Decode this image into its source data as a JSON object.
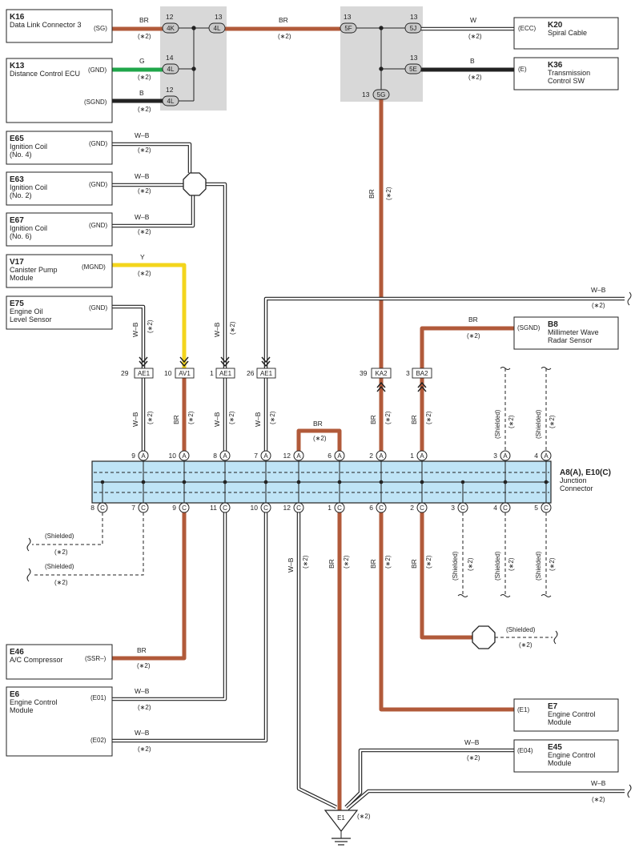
{
  "colors": {
    "BR": "#b15a3a",
    "G": "#1fa64a",
    "B": "#222222",
    "Y": "#f3d51c",
    "W": "#ffffff",
    "W-B": "#ffffff",
    "junction_fill": "#bfe4f6",
    "splice_fill": "#d8d8d8"
  },
  "components": {
    "K16": {
      "id": "K16",
      "name": "Data Link Connector 3",
      "terminal": "(SG)"
    },
    "K13": {
      "id": "K13",
      "name": "Distance Control ECU",
      "terminals": [
        "(GND)",
        "(SGND)"
      ]
    },
    "E65": {
      "id": "E65",
      "name1": "Ignition Coil",
      "name2": "(No. 4)",
      "terminal": "(GND)"
    },
    "E63": {
      "id": "E63",
      "name1": "Ignition Coil",
      "name2": "(No. 2)",
      "terminal": "(GND)"
    },
    "E67": {
      "id": "E67",
      "name1": "Ignition Coil",
      "name2": "(No. 6)",
      "terminal": "(GND)"
    },
    "V17": {
      "id": "V17",
      "name1": "Canister Pump",
      "name2": "Module",
      "terminal": "(MGND)"
    },
    "E75": {
      "id": "E75",
      "name1": "Engine Oil",
      "name2": "Level Sensor",
      "terminal": "(GND)"
    },
    "K20": {
      "id": "K20",
      "name": "Spiral Cable",
      "terminal": "(ECC)"
    },
    "K36": {
      "id": "K36",
      "name1": "Transmission",
      "name2": "Control SW",
      "terminal": "(E)"
    },
    "B8": {
      "id": "B8",
      "name1": "Millimeter Wave",
      "name2": "Radar Sensor",
      "terminal": "(SGND)"
    },
    "E46": {
      "id": "E46",
      "name": "A/C Compressor",
      "terminal": "(SSR–)"
    },
    "E6": {
      "id": "E6",
      "name1": "Engine Control",
      "name2": "Module",
      "terminals": [
        "(E01)",
        "(E02)"
      ]
    },
    "E7": {
      "id": "E7",
      "name1": "Engine Control",
      "name2": "Module",
      "terminal": "(E1)"
    },
    "E45": {
      "id": "E45",
      "name1": "Engine Control",
      "name2": "Module",
      "terminal": "(E04)"
    }
  },
  "junction": {
    "title": "A8(A), E10(C)",
    "name1": "Junction",
    "name2": "Connector"
  },
  "ground": {
    "label": "E1",
    "note": "(∗2)"
  },
  "wire_colors": {
    "BR": "BR",
    "G": "G",
    "B": "B",
    "W": "W",
    "Y": "Y",
    "WB": "W–B"
  },
  "note": "(∗2)",
  "shielded": "(Shielded)",
  "splice_connectors": {
    "c4K": "4K",
    "c4L": "4L",
    "c5F": "5F",
    "c5J": "5J",
    "c5E": "5E",
    "c5G": "5G",
    "p12": "12",
    "p13": "13",
    "p14": "14"
  },
  "inline_connectors": {
    "AE1": "AE1",
    "AV1": "AV1",
    "KA2": "KA2",
    "BA2": "BA2",
    "p29": "29",
    "p10": "10",
    "p1": "1",
    "p26": "26",
    "p39": "39",
    "p3": "3"
  },
  "junction_pins": {
    "A": "A",
    "C": "C",
    "top": [
      "9",
      "10",
      "8",
      "7",
      "12",
      "6",
      "2",
      "1",
      "3",
      "4"
    ],
    "bottom": [
      "8",
      "7",
      "9",
      "11",
      "10",
      "12",
      "1",
      "6",
      "2",
      "3",
      "4",
      "5"
    ]
  }
}
